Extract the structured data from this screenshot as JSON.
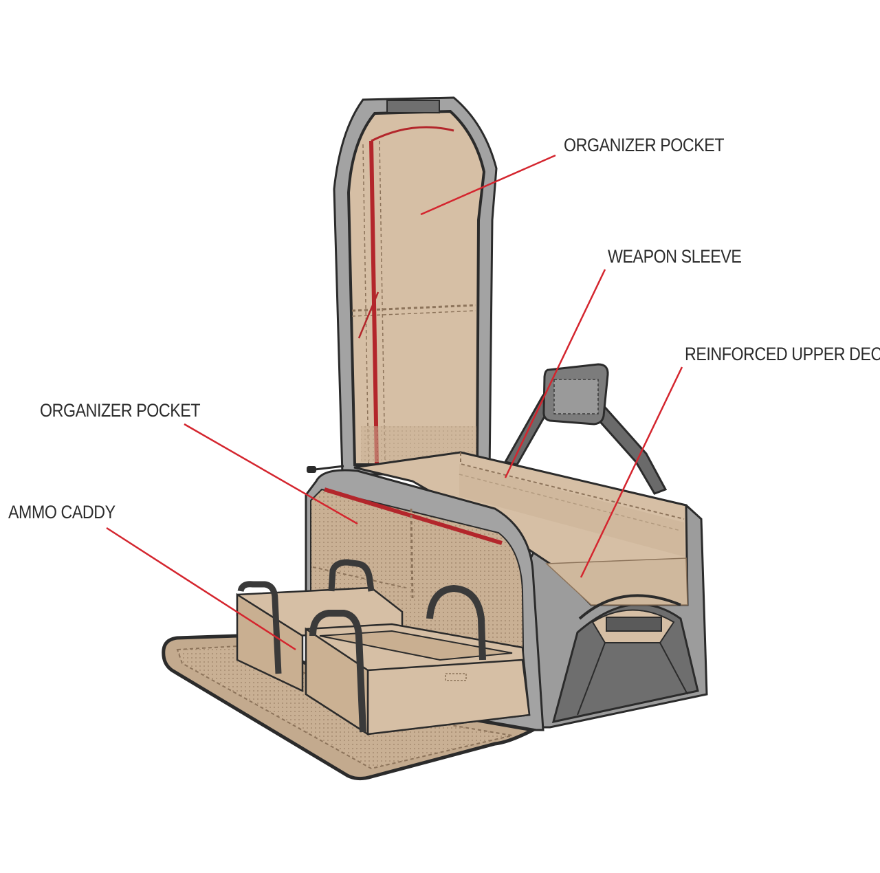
{
  "colors": {
    "tan": "#d6bfa5",
    "tan_dark": "#c3aa8e",
    "tan_shadow": "#b99f84",
    "gray_light": "#a9a9a9",
    "gray_mid": "#8a8a8a",
    "gray_dark": "#5c5c5c",
    "outline": "#2b2b2b",
    "zipper_red": "#b3262b",
    "callout_red": "#d4252e"
  },
  "callouts": [
    {
      "id": "organizer-pocket-top",
      "label": "ORGANIZER POCKET"
    },
    {
      "id": "weapon-sleeve",
      "label": "WEAPON SLEEVE"
    },
    {
      "id": "reinforced-upper-deck",
      "label": "REINFORCED UPPER DECK"
    },
    {
      "id": "organizer-pocket-front",
      "label": "ORGANIZER POCKET"
    },
    {
      "id": "ammo-caddy",
      "label": "AMMO CADDY"
    }
  ]
}
